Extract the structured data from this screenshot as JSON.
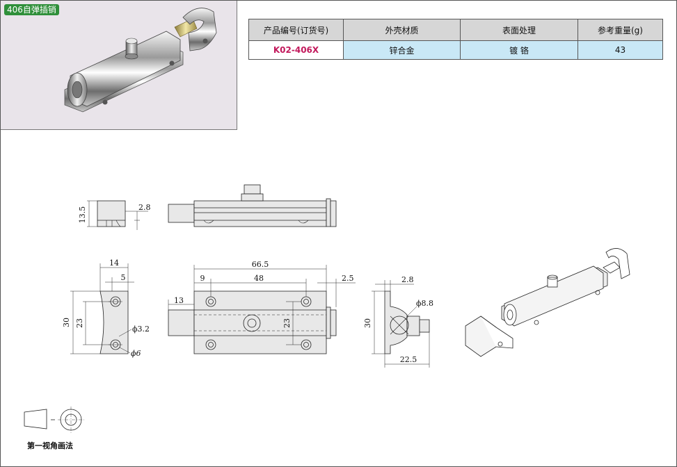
{
  "photo": {
    "badge": "406自弹插销"
  },
  "spec_table": {
    "headers": [
      "产品编号(订货号)",
      "外壳材质",
      "表面处理",
      "参考重量(g)"
    ],
    "row": {
      "code": "K02-406X",
      "material": "锌合金",
      "finish": "镀  铬",
      "weight": "43"
    }
  },
  "dimensions": {
    "side_height": "13.5",
    "side_offset": "2.8",
    "end_width": "14",
    "end_inner": "5",
    "end_height": "30",
    "end_hole_spacing": "23",
    "hole_small": "ϕ3.2",
    "hole_large": "ϕ6",
    "length_total": "66.5",
    "hole_offset": "9",
    "hole_spacing": "48",
    "bolt_offset": "2.5",
    "bolt_protrusion": "13",
    "front_hole_spacing": "23",
    "keeper_offset": "2.8",
    "keeper_hole": "ϕ8.8",
    "keeper_height": "30",
    "keeper_depth": "22.5"
  },
  "legend": {
    "caption": "第一视角画法"
  }
}
